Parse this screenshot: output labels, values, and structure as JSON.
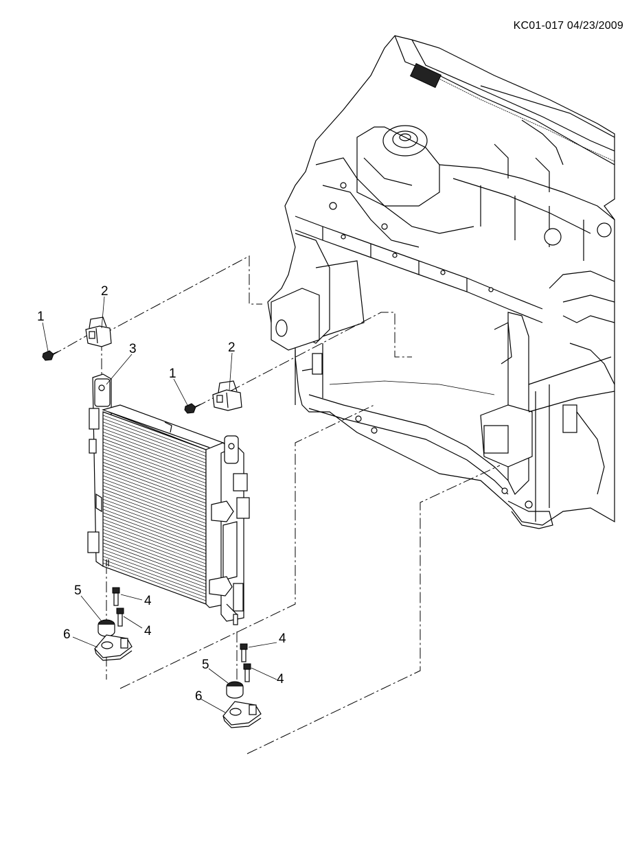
{
  "header": {
    "doc_id": "KC01-017 04/23/2009"
  },
  "callouts": {
    "c1a": "1",
    "c2a": "2",
    "c3": "3",
    "c1b": "1",
    "c2b": "2",
    "c5a": "5",
    "c4a": "4",
    "c4b": "4",
    "c6a": "6",
    "c4c": "4",
    "c5b": "5",
    "c4d": "4",
    "c6b": "6"
  },
  "parts": [
    {
      "number": "1",
      "name": "bolt"
    },
    {
      "number": "2",
      "name": "upper-bracket"
    },
    {
      "number": "3",
      "name": "condenser-radiator-assembly"
    },
    {
      "number": "4",
      "name": "bolt"
    },
    {
      "number": "5",
      "name": "insulator"
    },
    {
      "number": "6",
      "name": "lower-bracket"
    }
  ]
}
